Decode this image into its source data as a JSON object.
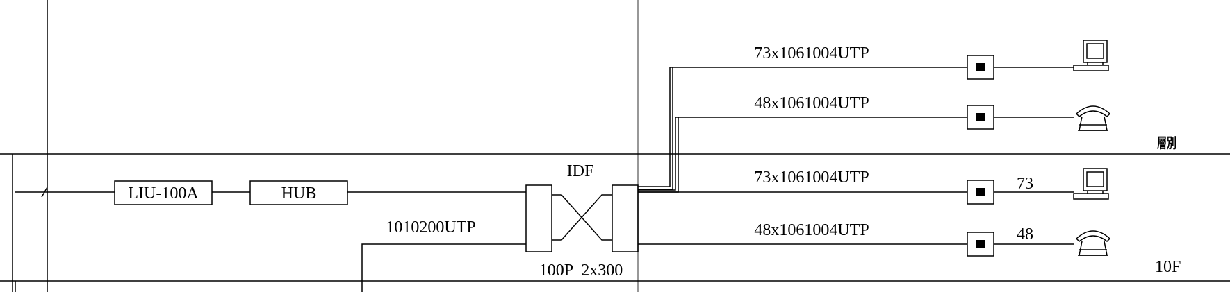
{
  "diagram": {
    "equipment": {
      "liu": "LIU-100A",
      "hub": "HUB",
      "idf": "IDF",
      "idf_caption": "100P  2x300"
    },
    "backbone_cable": "1010200UTP",
    "floor_above": {
      "runs": [
        {
          "cable": "73x1061004UTP",
          "device": "computer-icon"
        },
        {
          "cable": "48x1061004UTP",
          "device": "telephone-icon"
        }
      ],
      "floor_mark": "層別"
    },
    "floor_10": {
      "runs": [
        {
          "cable": "73x1061004UTP",
          "count": "73",
          "device": "computer-icon"
        },
        {
          "cable": "48x1061004UTP",
          "count": "48",
          "device": "telephone-icon"
        }
      ],
      "floor_label": "10F"
    }
  }
}
